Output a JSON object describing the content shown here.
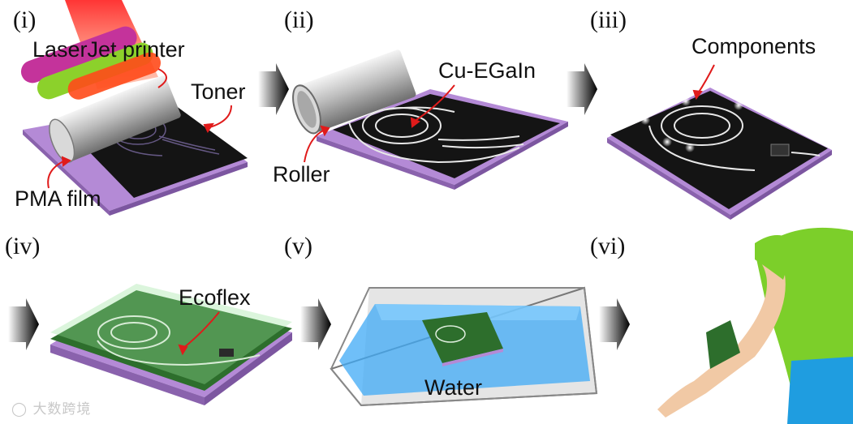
{
  "steps": [
    "(i)",
    "(ii)",
    "(iii)",
    "(iv)",
    "(v)",
    "(vi)"
  ],
  "labels": {
    "laserjet": "LaserJet printer",
    "toner": "Toner",
    "pma": "PMA film",
    "cu_egain": "Cu-EGaIn",
    "roller": "Roller",
    "components": "Components",
    "ecoflex": "Ecoflex",
    "water": "Water"
  },
  "watermark": "大数跨境",
  "colors": {
    "substrate_black": "#141414",
    "film_purple": "#b48ad6",
    "ecoflex_green": "#2d6e2c",
    "water_blue": "#3fa9f5",
    "arrow_red": "#e01b1b",
    "shirt_green": "#7ccf2a",
    "pants_blue": "#1f9de0",
    "skin": "#f1c9a5"
  },
  "icons": [
    "process-arrow-icon",
    "laser-beam-icon",
    "roller-icon",
    "chip-icon"
  ]
}
